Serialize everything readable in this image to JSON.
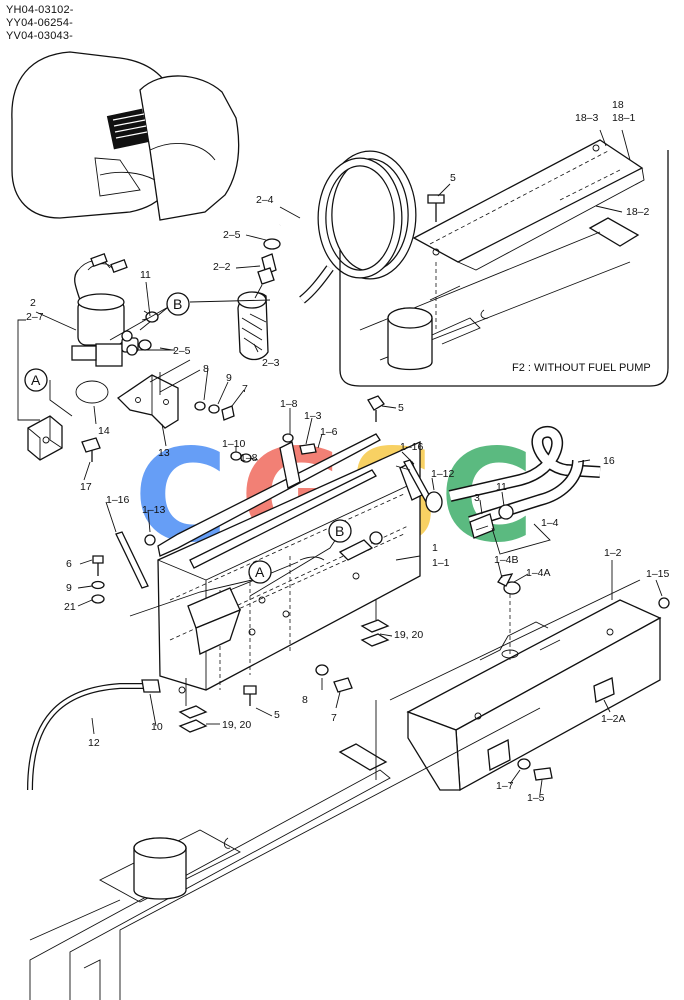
{
  "model_codes": [
    "YH04-03102-",
    "YY04-06254-",
    "YV04-03043-"
  ],
  "watermark": {
    "letters": [
      "C",
      "G",
      "S",
      "C"
    ],
    "colors": [
      "#4c8ef5",
      "#f06a5e",
      "#f7c948",
      "#3fae6a"
    ]
  },
  "inset_note": "F2 : WITHOUT FUEL PUMP",
  "callouts": {
    "A": "A",
    "B": "B"
  },
  "parts": {
    "p_2": "2",
    "p_2_7": "2–7",
    "p_11": "11",
    "p_2_4": "2–4",
    "p_2_5a": "2–5",
    "p_2_2": "2–2",
    "p_2_5b": "2–5",
    "p_2_3": "2–3",
    "p_5a": "5",
    "p_18": "18",
    "p_18_1": "18–1",
    "p_18_3": "18–3",
    "p_18_2": "18–2",
    "p_8a": "8",
    "p_9a": "9",
    "p_7a": "7",
    "p_14": "14",
    "p_13": "13",
    "p_17": "17",
    "p_1_8a": "1–8",
    "p_1_3": "1–3",
    "p_5b": "5",
    "p_1_10": "1–10",
    "p_1_8b": "1–8",
    "p_1_6": "1–6",
    "p_1_16a": "1–16",
    "p_16": "16",
    "p_1_12": "1–12",
    "p_3": "3",
    "p_11b": "11",
    "p_1_4": "1–4",
    "p_1_16b": "1–16",
    "p_1_13": "1–13",
    "p_1": "1",
    "p_1_1": "1–1",
    "p_1_4B": "1–4B",
    "p_1_4A": "1–4A",
    "p_6": "6",
    "p_9b": "9",
    "p_21": "21",
    "p_1_2": "1–2",
    "p_1_15": "1–15",
    "p_19_20a": "19, 20",
    "p_8b": "8",
    "p_7b": "7",
    "p_5c": "5",
    "p_19_20b": "19, 20",
    "p_10": "10",
    "p_12": "12",
    "p_1_2A": "1–2A",
    "p_1_7": "1–7",
    "p_1_5": "1–5"
  }
}
